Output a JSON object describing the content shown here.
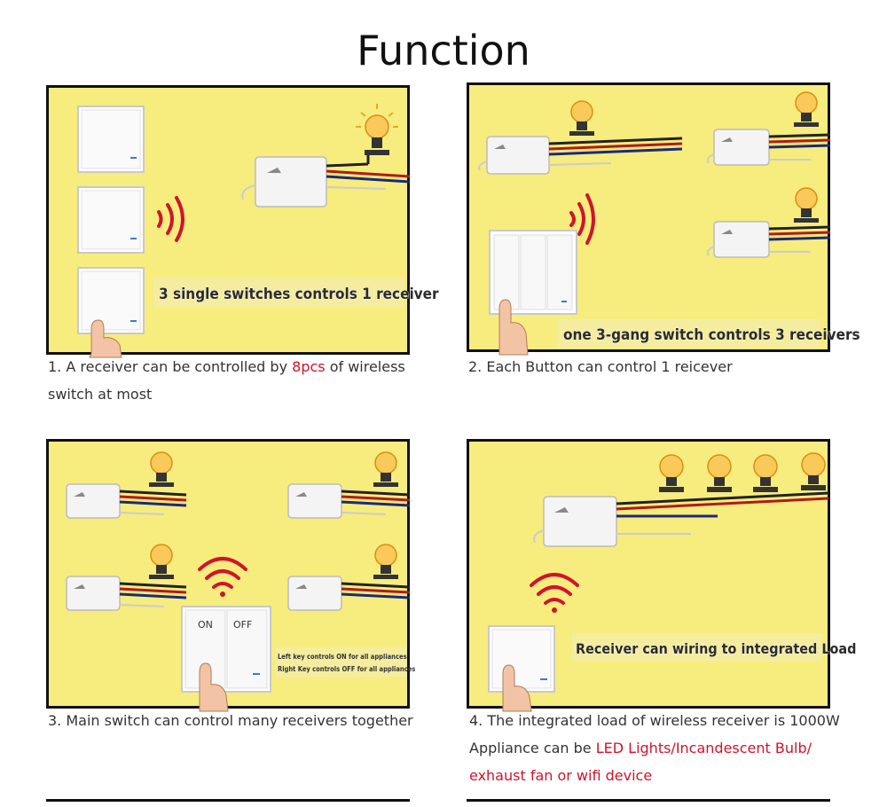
{
  "page_title": "Function",
  "panel1": {
    "banner": "3 single switches controls 1 receiver",
    "caption_part1": "1. A receiver can be controlled by ",
    "caption_highlight": "8pcs",
    "caption_part2": " of wireless",
    "caption_line2": "switch at most"
  },
  "panel2": {
    "banner": "one 3-gang switch controls 3 receivers",
    "caption": "2. Each Button can control 1 reicever"
  },
  "panel3": {
    "on_label": "ON",
    "off_label": "OFF",
    "note_line1": "Left key controls ON for all appliances",
    "note_line2": "Right Key controls OFF for all appliances",
    "caption": "3. Main switch can control many receivers together"
  },
  "panel4": {
    "banner": "Receiver can wiring to integrated Load",
    "caption_line1": "4. The integrated load of wireless receiver is 1000W",
    "caption_line2_prefix": "Appliance can be ",
    "caption_line2_highlight": "LED Lights/Incandescent Bulb/",
    "caption_line3_highlight": "exhaust fan or wifi device"
  },
  "colors": {
    "panel_bg": "#f7ec7e",
    "accent_red": "#d0142b",
    "border": "#111111"
  }
}
